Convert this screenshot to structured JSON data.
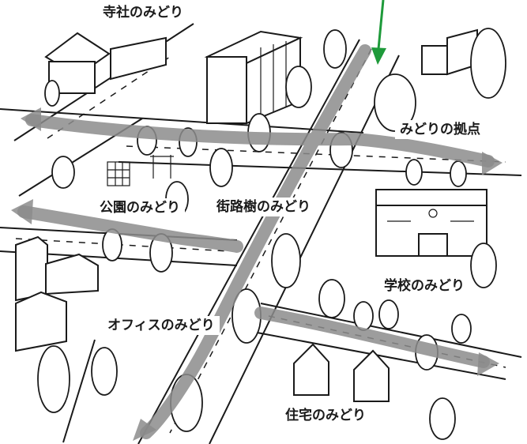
{
  "labels": {
    "temple": "寺社のみどり",
    "hub": "みどりの拠点",
    "park": "公園のみどり",
    "street": "街路樹のみどり",
    "school": "学校のみどり",
    "office": "オフィスのみどり",
    "housing": "住宅のみどり"
  },
  "colors": {
    "corridor": "#8c8c8c",
    "arrow": "#1e9a3a",
    "line": "#1a1a1a"
  }
}
